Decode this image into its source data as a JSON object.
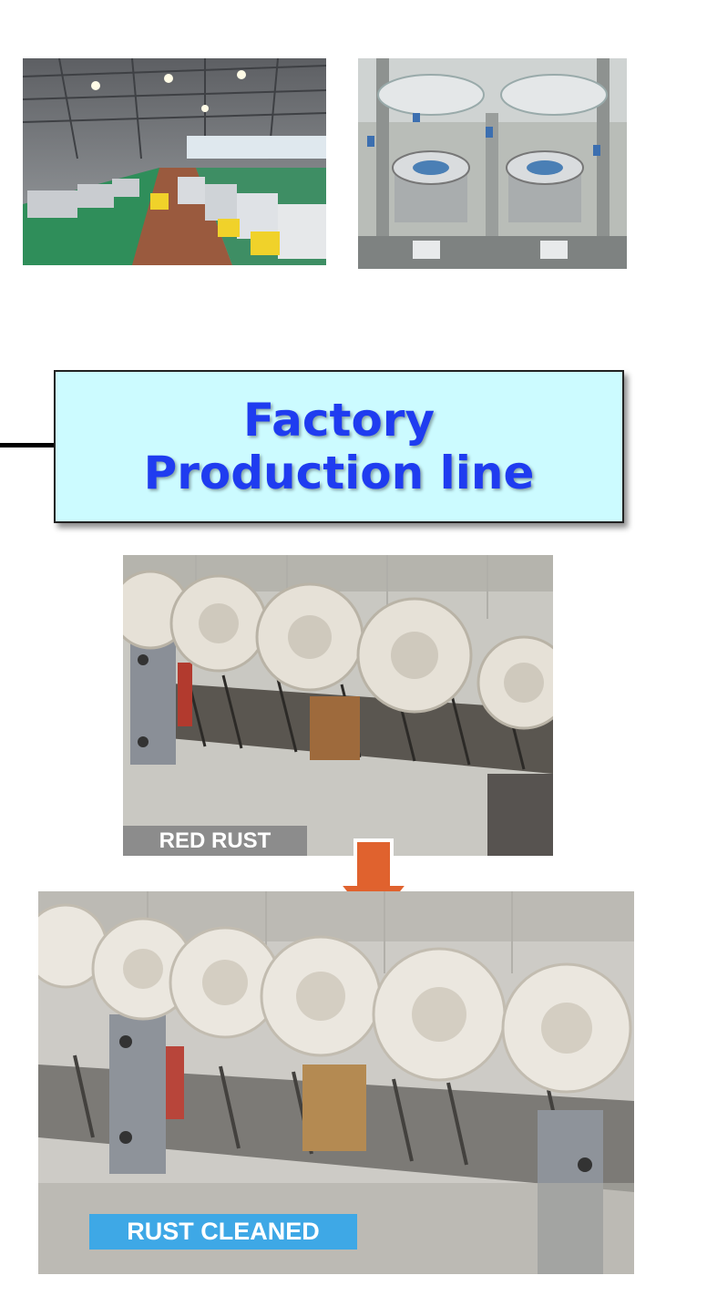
{
  "title": {
    "line1": "Factory",
    "line2": "Production line"
  },
  "captions": {
    "before": "RED RUST",
    "after": "RUST CLEANED"
  },
  "colors": {
    "title_text": "#1f3cf0",
    "title_bg": "#ccfbff",
    "arrow": "#e0622e",
    "caption_after_bg": "#3ea8e6",
    "caption_before_bg": "#8c8c8c"
  },
  "icons": {
    "transition": "down-arrow-icon"
  }
}
